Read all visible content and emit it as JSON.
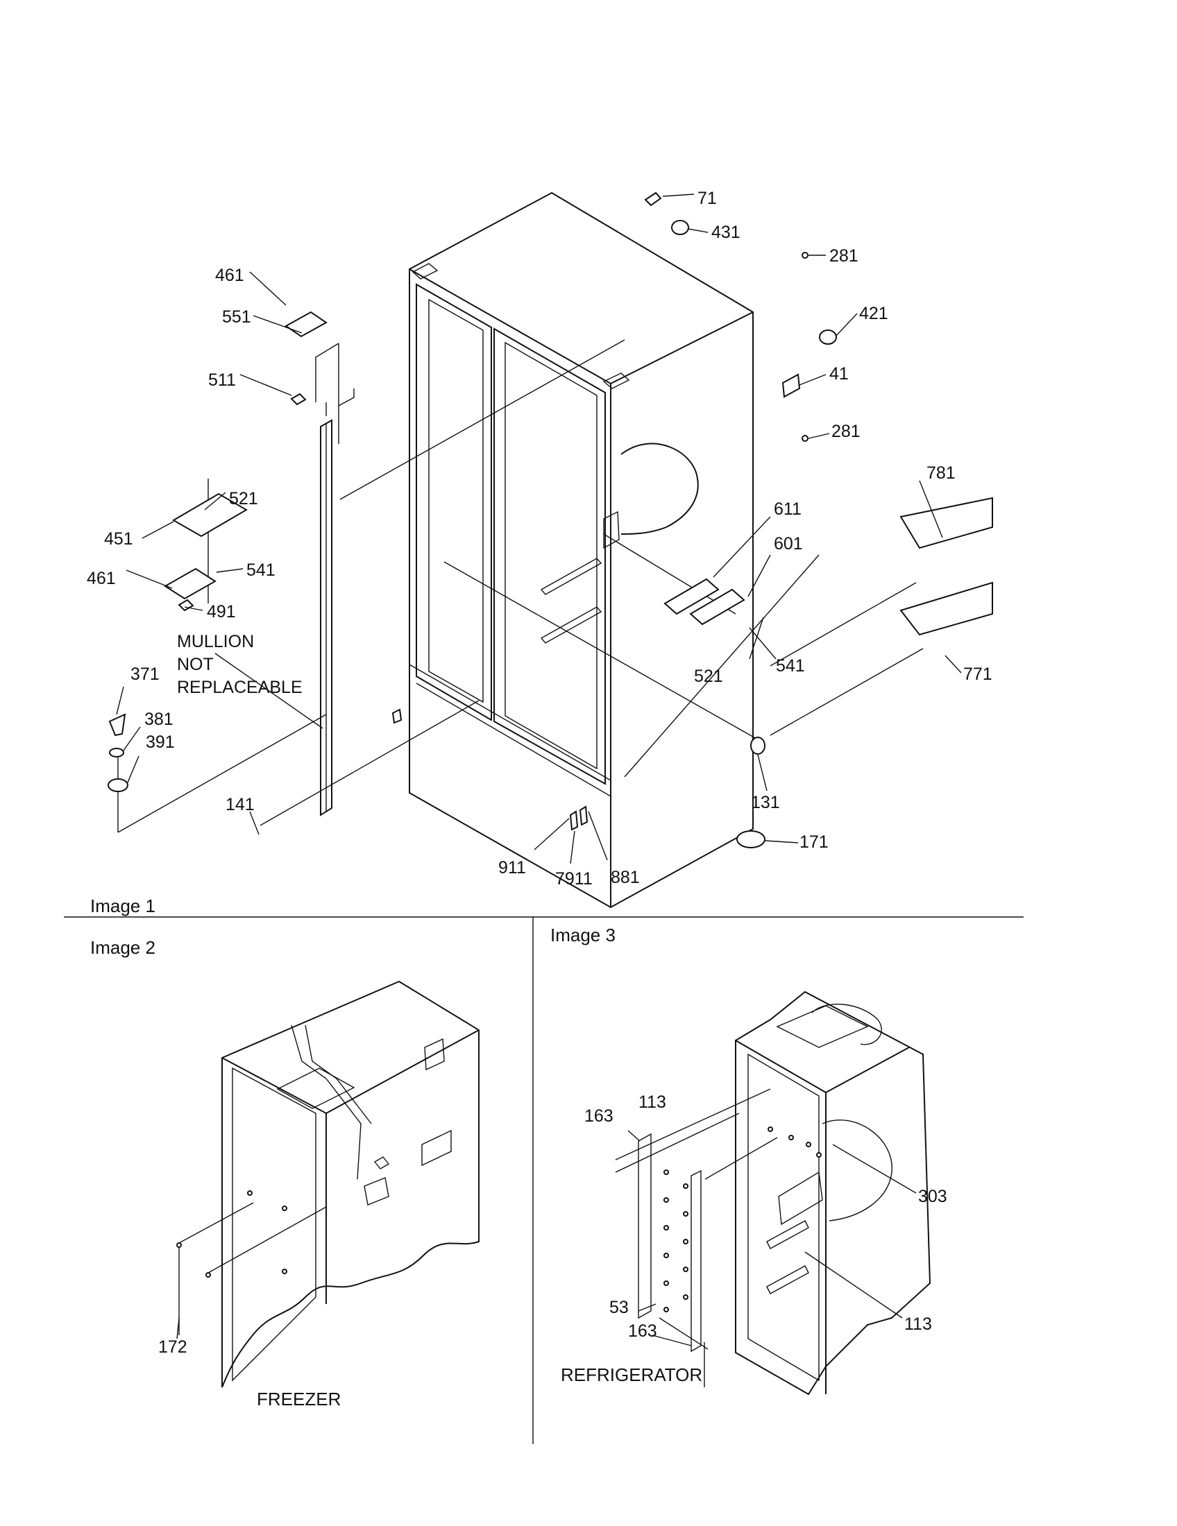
{
  "image1": {
    "caption": "Image 1",
    "labels": {
      "p71": "71",
      "p431": "431",
      "p281a": "281",
      "p421": "421",
      "p41": "41",
      "p281b": "281",
      "p781": "781",
      "p611": "611",
      "p601": "601",
      "p771": "771",
      "p541r": "541",
      "p521r": "521",
      "p131": "131",
      "p171": "171",
      "p881": "881",
      "p7911": "7911",
      "p911": "911",
      "p141": "141",
      "p391": "391",
      "p381": "381",
      "p371": "371",
      "p461b": "461",
      "p491": "491",
      "p541l": "541",
      "p451": "451",
      "p521l": "521",
      "p511": "511",
      "p551": "551",
      "p461a": "461"
    },
    "note": [
      "MULLION",
      "NOT",
      "REPLACEABLE"
    ]
  },
  "image2": {
    "caption": "Image 2",
    "labels": {
      "p172": "172"
    },
    "title": "FREEZER"
  },
  "image3": {
    "caption": "Image 3",
    "labels": {
      "p163a": "163",
      "p113a": "113",
      "p303": "303",
      "p53": "53",
      "p163b": "163",
      "p113b": "113"
    },
    "title": "REFRIGERATOR"
  }
}
